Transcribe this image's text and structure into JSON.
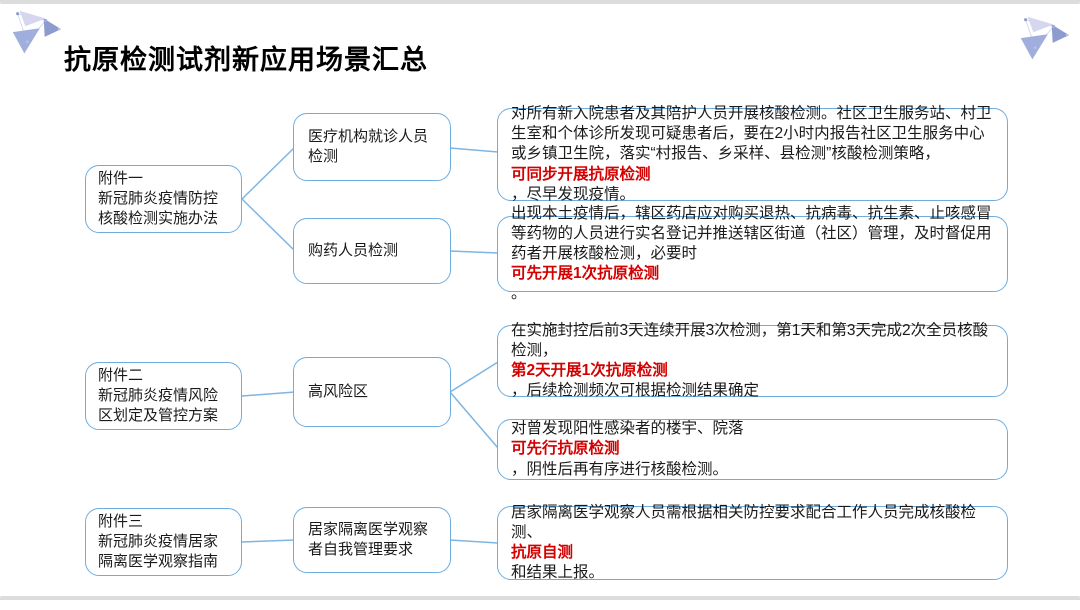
{
  "slide": {
    "title": "抗原检测试剂新应用场景汇总"
  },
  "colors": {
    "box_border": "#6FADDF",
    "connector_blue": "#7EB5E2",
    "highlight_red": "#D40000",
    "text": "#1A1A1A",
    "logo_lavender": "#D6D7EE",
    "logo_slate": "#8C9CCE",
    "logo_periwinkle": "#9FAEDC"
  },
  "icons": {
    "logo": "triangle-cluster-logo"
  },
  "sections": [
    {
      "attachment_label": "附件一\n新冠肺炎疫情防控\n核酸检测实施办法",
      "scenarios": [
        {
          "label": "医疗机构就诊人员\n检测",
          "details": [
            {
              "segments": [
                {
                  "text": "对所有新入院患者及其陪护人员开展核酸检测。社区卫生服务站、村卫生室和个体诊所发现可疑患者后，要在2小时内报告社区卫生服务中心或乡镇卫生院，落实“村报告、乡采样、县检测”核酸检测策略，",
                  "red": false
                },
                {
                  "text": "可同步开展抗原检测",
                  "red": true
                },
                {
                  "text": "，尽早发现疫情。",
                  "red": false
                }
              ]
            }
          ]
        },
        {
          "label": "购药人员检测",
          "details": [
            {
              "segments": [
                {
                  "text": "出现本土疫情后，辖区药店应对购买退热、抗病毒、抗生素、止咳感冒等药物的人员进行实名登记并推送辖区街道（社区）管理，及时督促用药者开展核酸检测，必要时",
                  "red": false
                },
                {
                  "text": "可先开展1次抗原检测",
                  "red": true
                },
                {
                  "text": "。",
                  "red": false
                }
              ]
            }
          ]
        }
      ]
    },
    {
      "attachment_label": "附件二\n新冠肺炎疫情风险\n区划定及管控方案",
      "scenarios": [
        {
          "label": "高风险区",
          "details": [
            {
              "segments": [
                {
                  "text": "在实施封控后前3天连续开展3次检测，第1天和第3天完成2次全员核酸检测，",
                  "red": false
                },
                {
                  "text": "第2天开展1次抗原检测",
                  "red": true
                },
                {
                  "text": "，后续检测频次可根据检测结果确定",
                  "red": false
                }
              ]
            },
            {
              "segments": [
                {
                  "text": "对曾发现阳性感染者的楼宇、院落",
                  "red": false
                },
                {
                  "text": "可先行抗原检测",
                  "red": true
                },
                {
                  "text": "，阴性后再有序进行核酸检测。",
                  "red": false
                }
              ]
            }
          ]
        }
      ]
    },
    {
      "attachment_label": "附件三\n新冠肺炎疫情居家\n隔离医学观察指南",
      "scenarios": [
        {
          "label": "居家隔离医学观察\n者自我管理要求",
          "details": [
            {
              "segments": [
                {
                  "text": "居家隔离医学观察人员需根据相关防控要求配合工作人员完成核酸检测、",
                  "red": false
                },
                {
                  "text": "抗原自测",
                  "red": true
                },
                {
                  "text": "和结果上报。",
                  "red": false
                }
              ]
            }
          ]
        }
      ]
    }
  ]
}
